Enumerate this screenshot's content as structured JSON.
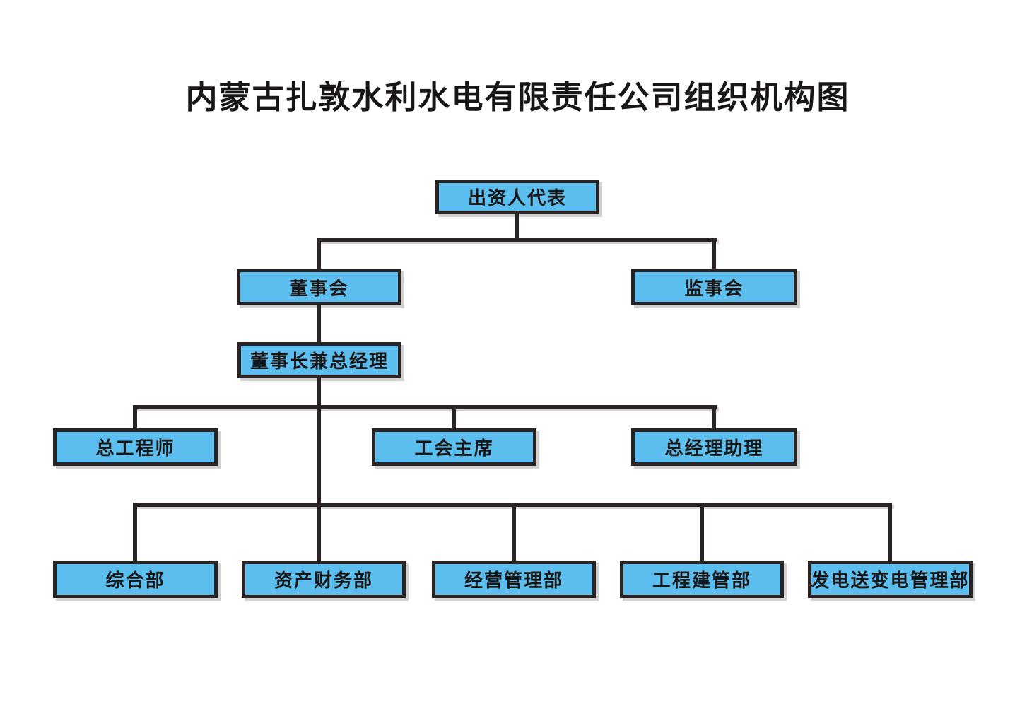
{
  "title": "内蒙古扎敦水利水电有限责任公司组织机构图",
  "colors": {
    "page_bg": "#ffffff",
    "node_fill": "#5bbeee",
    "node_border": "#2a2323",
    "line_color": "#2a2323",
    "text_color": "#1a1616"
  },
  "org": {
    "root": "出资人代表",
    "level2": [
      "董事会",
      "监事会"
    ],
    "level3": [
      "董事长兼总经理"
    ],
    "level4": [
      "总工程师",
      "工会主席",
      "总经理助理"
    ],
    "departments": [
      "综合部",
      "资产财务部",
      "经营管理部",
      "工程建管部",
      "发电送变电管理部"
    ]
  },
  "edges": [
    {
      "from": "出资人代表",
      "to": "董事会"
    },
    {
      "from": "出资人代表",
      "to": "监事会"
    },
    {
      "from": "董事会",
      "to": "董事长兼总经理"
    },
    {
      "from": "董事长兼总经理",
      "to": "总工程师"
    },
    {
      "from": "董事长兼总经理",
      "to": "工会主席"
    },
    {
      "from": "董事长兼总经理",
      "to": "总经理助理"
    },
    {
      "from": "董事长兼总经理",
      "to": "综合部"
    },
    {
      "from": "董事长兼总经理",
      "to": "资产财务部"
    },
    {
      "from": "董事长兼总经理",
      "to": "经营管理部"
    },
    {
      "from": "董事长兼总经理",
      "to": "工程建管部"
    },
    {
      "from": "董事长兼总经理",
      "to": "发电送变电管理部"
    }
  ]
}
